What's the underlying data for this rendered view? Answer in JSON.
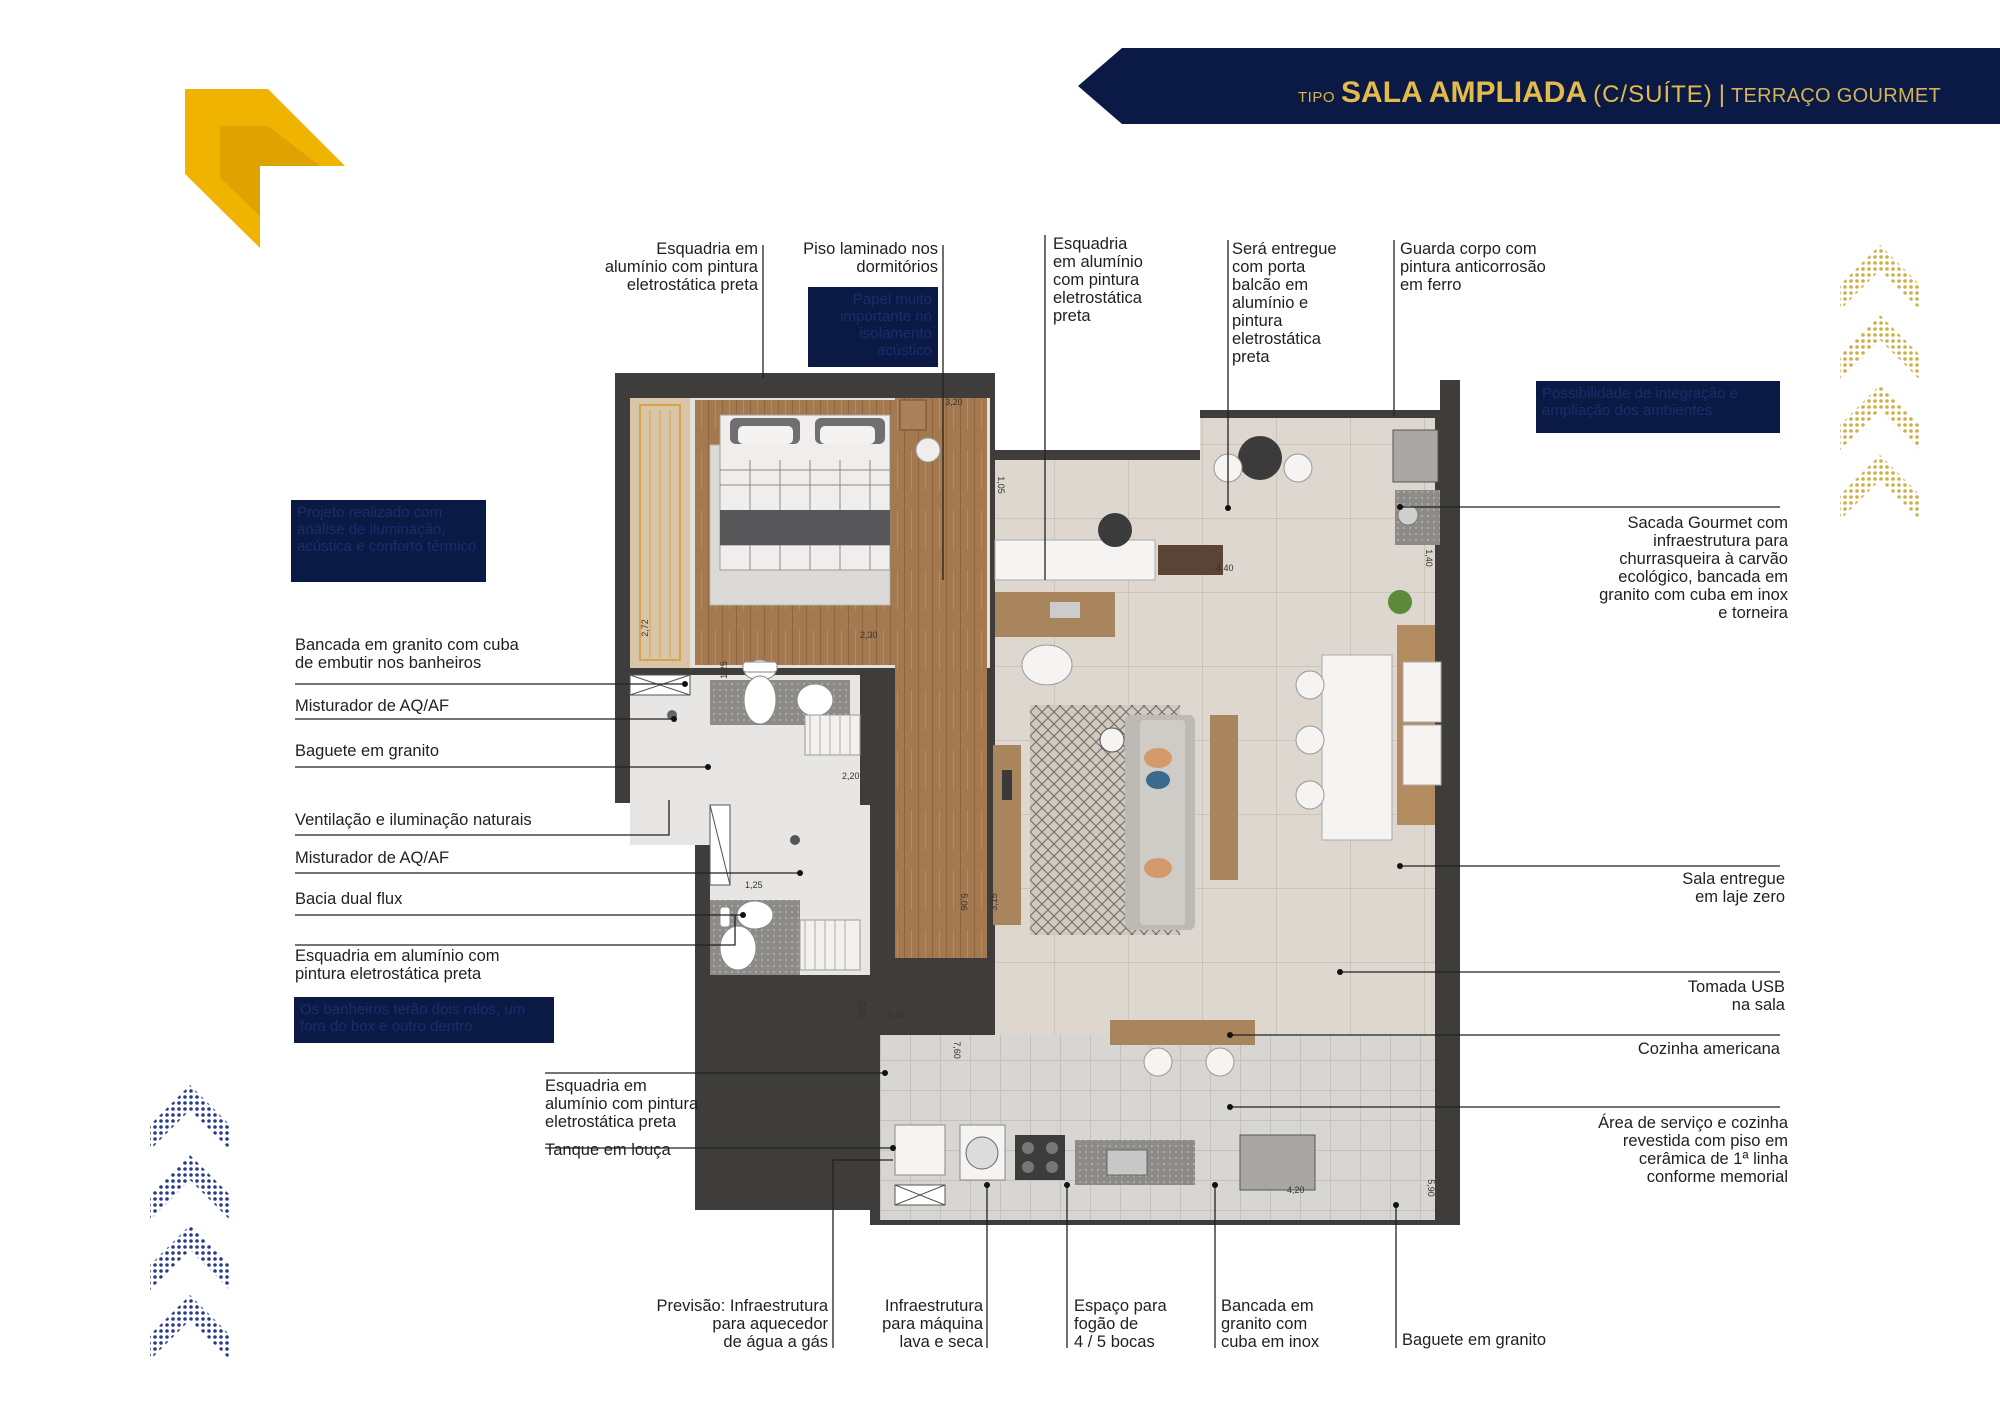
{
  "header": {
    "tipo": "TIPO",
    "title": "SALA AMPLIADA",
    "paren": "(C/SUÍTE)",
    "separator": "|",
    "subtitle": "TERRAÇO GOURMET",
    "banner_color": "#0b1a45",
    "accent_color": "#e2bb4c"
  },
  "logo": {
    "icon": "yellow-corner-logo",
    "color": "#f0b400"
  },
  "callouts": {
    "esquadria_top": "Esquadria em\nalumínio com pintura\neletrostática preta",
    "piso_laminado": "Piso laminado nos\ndormitórios",
    "papel_parede": "Papel muito\nimportante\nno isolamento\nacústico",
    "esquadria_mid": "Esquadria\nem alumínio\ncom pintura\neletrostática\npreta",
    "sera_entregue": "Será entregue\ncom porta\nbalcão em\nalumínio e\npintura\neletrostática\npreta",
    "guarda_corpo": "Guarda corpo com\npintura anticorrosão\nem ferro",
    "possibilidade": "Possibilidade de integração\ne ampliação dos ambientes",
    "projeto": "Projeto realizado com\nanálise de iluminação,\nacústica e conforto\ntérmico",
    "sacada": "Sacada Gourmet com\ninfraestrutura para\nchurrasqueira à carvão\necológico, bancada em\ngranito com cuba em inox\ne torneira",
    "bancada_banheiros": "Bancada em granito com cuba\nde embutir nos banheiros",
    "misturador1": "Misturador de AQ/AF",
    "baguete1": "Baguete em granito",
    "ventilacao": "Ventilação e iluminação naturais",
    "misturador2": "Misturador de AQ/AF",
    "bacia": "Bacia dual flux",
    "esquadria_bath": "Esquadria em alumínio com\npintura eletrostática preta",
    "banheiros_ralos": "Os banheiros terão dois ralos,\num fora do box e outro dentro",
    "sala_laje": "Sala entregue\nem laje zero",
    "tomada": "Tomada USB\nna sala",
    "cozinha": "Cozinha americana",
    "area_servico": "Área de serviço e cozinha\nrevestida com piso em\ncerâmica de 1ª linha\nconforme memorial",
    "esquadria_service": "Esquadria em\nalumínio com pintura\neletrostática preta",
    "tanque": "Tanque em louça",
    "previsao": "Previsão: Infraestrutura\npara aquecedor\nde água a gás",
    "infra_maquina": "Infraestrutura\npara máquina\nlava e seca",
    "espaco_fogao": "Espaço para\nfogão de\n4 / 5 bocas",
    "bancada_inox": "Bancada em\ngranito com\ncuba em inox",
    "baguete2": "Baguete em granito"
  },
  "dimensions": {
    "d320": "3,20",
    "d105": "1,05",
    "d440": "4,40",
    "d230": "2,30",
    "d125a": "1,25",
    "d220": "2,20",
    "d125b": "1,25",
    "d506": "5,06",
    "d315": "3,15",
    "d215": "2,15",
    "d545": "5,45",
    "d760": "7,60",
    "d420": "4,20",
    "d590": "5,90",
    "d272": "2,72",
    "d140": "1,40"
  }
}
